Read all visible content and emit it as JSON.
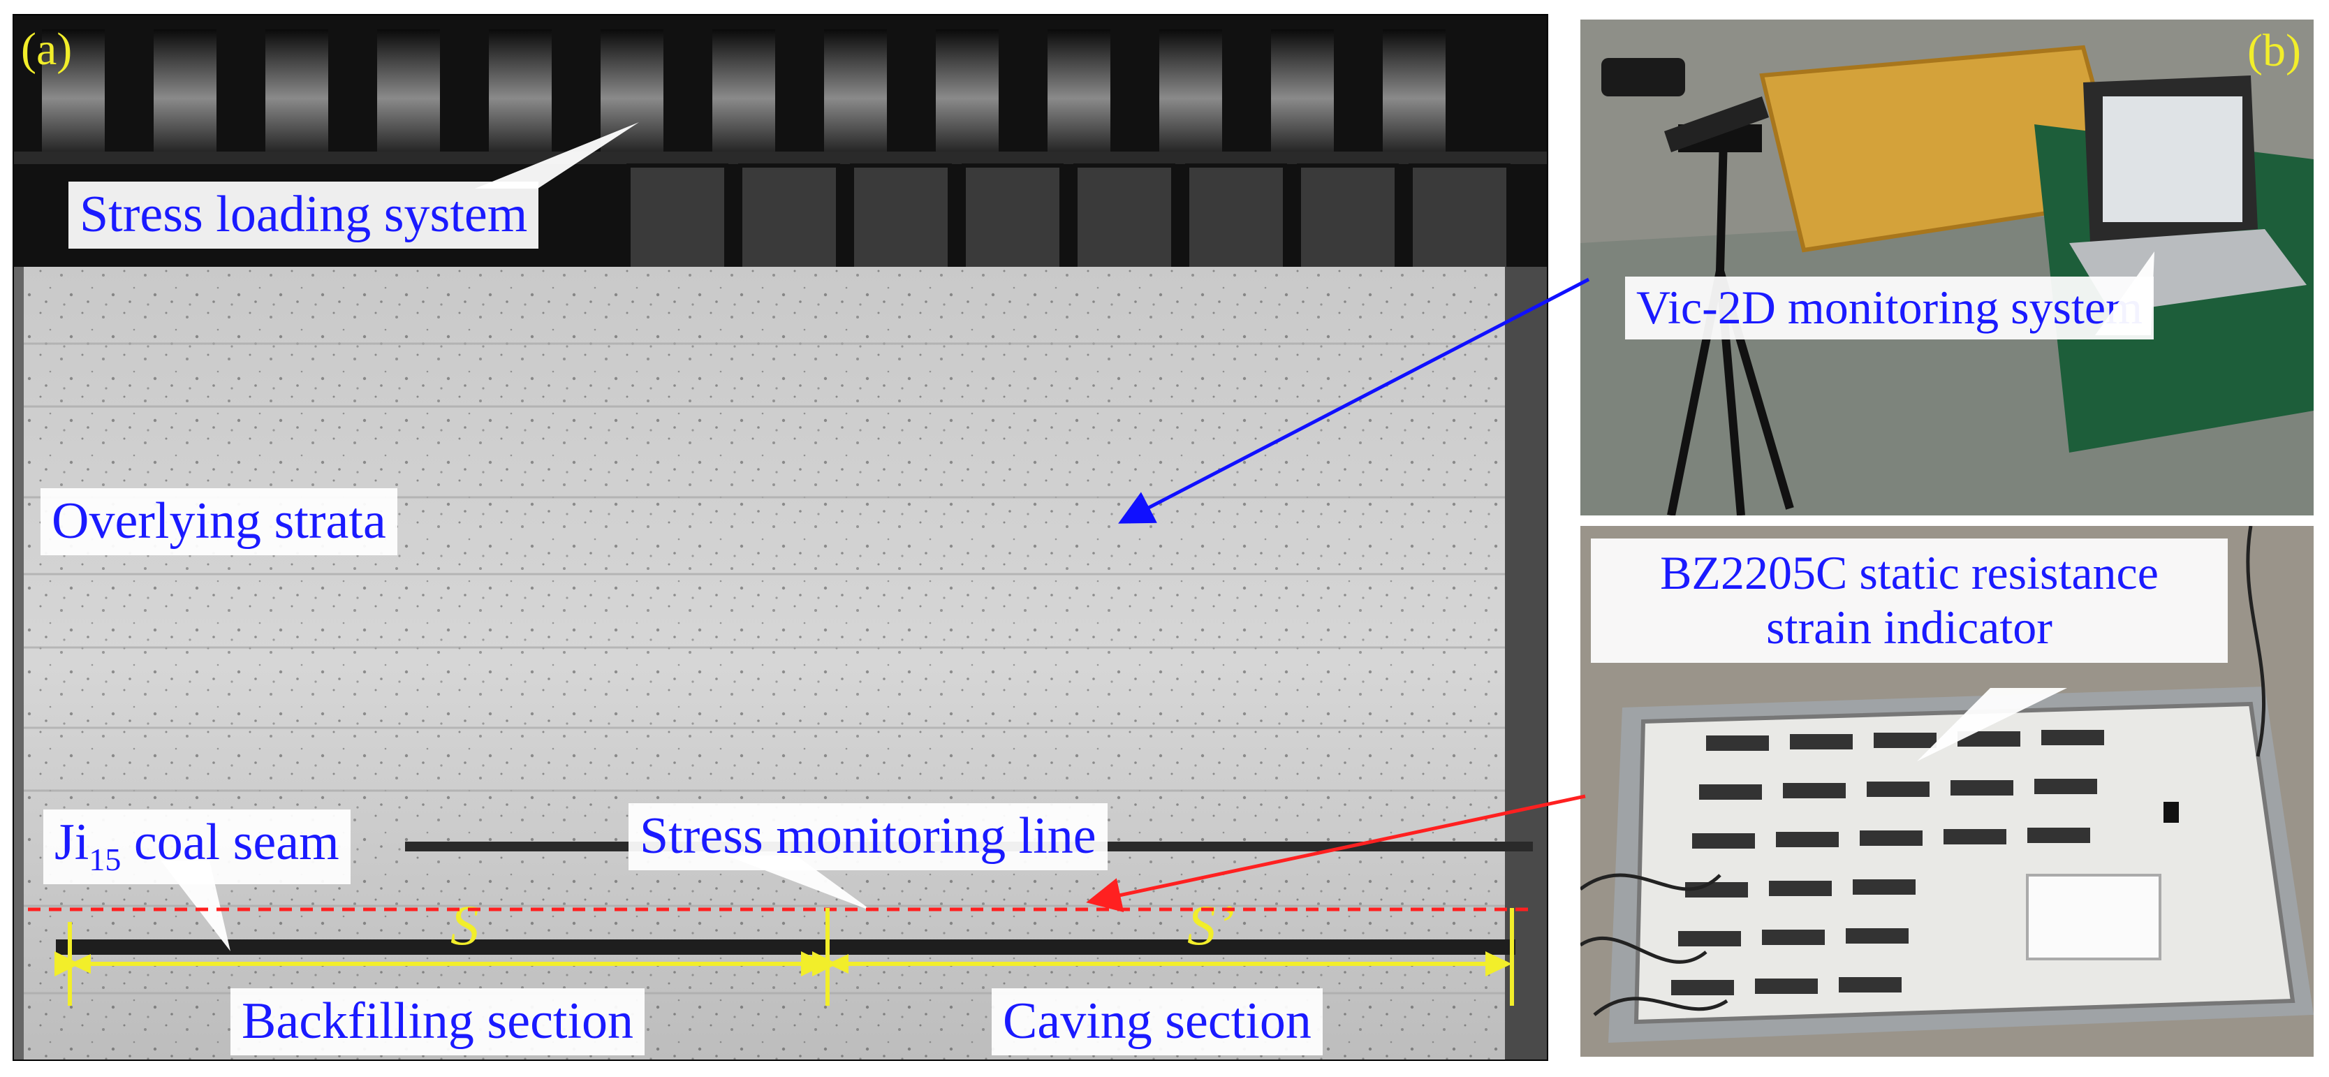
{
  "panel_a": {
    "tag": "(a)",
    "labels": {
      "stress_loading": "Stress loading system",
      "overlying": "Overlying strata",
      "coal_seam_prefix": "Ji",
      "coal_seam_sub": "15",
      "coal_seam_suffix": " coal seam",
      "stress_line": "Stress monitoring line",
      "backfilling": "Backfilling section",
      "caving": "Caving section"
    },
    "section_symbols": {
      "s": "S",
      "s_prime": "S’"
    }
  },
  "panel_b": {
    "tag": "(b)",
    "label": "Vic-2D monitoring system"
  },
  "panel_c": {
    "label_line1": "BZ2205C static resistance",
    "label_line2": "strain indicator"
  },
  "colors": {
    "label_text": "#1a1aff",
    "yellow": "#f2ee2a",
    "blue_arrow": "#1010ff",
    "red_arrow": "#ff2020"
  }
}
